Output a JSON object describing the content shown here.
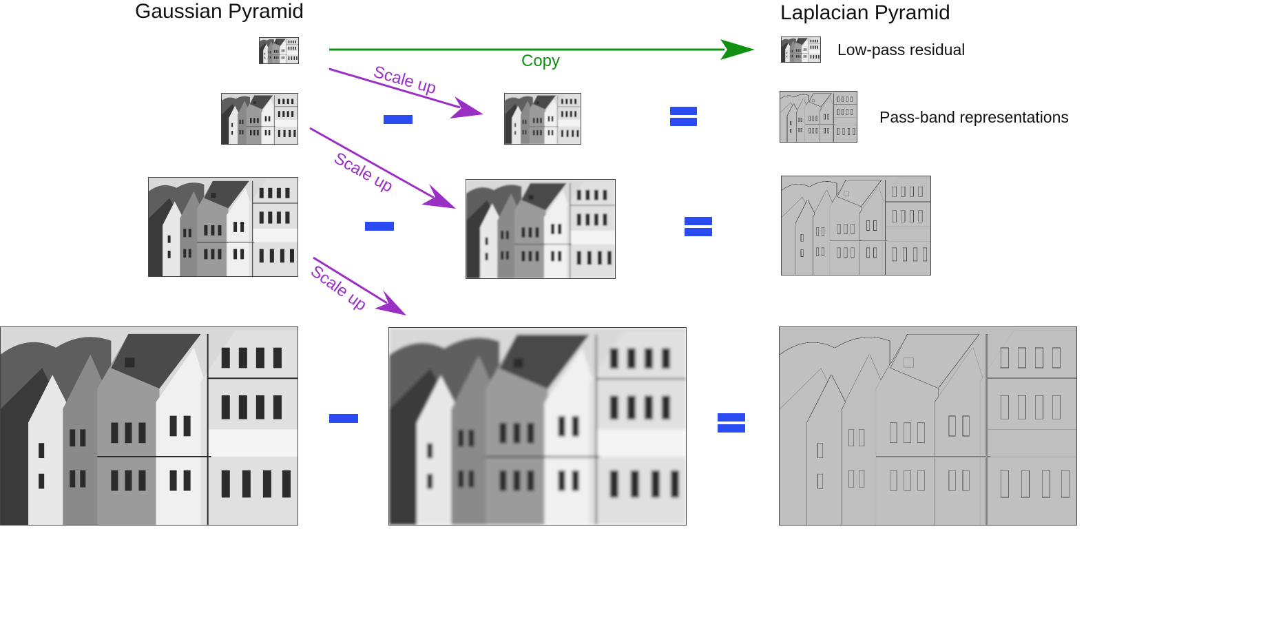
{
  "headings": {
    "gaussian": "Gaussian Pyramid",
    "laplacian": "Laplacian Pyramid"
  },
  "labels": {
    "low_pass": "Low-pass residual",
    "pass_band": "Pass-band representations"
  },
  "arrows": {
    "copy": {
      "label": "Copy",
      "color": "#119111"
    },
    "scale_up": {
      "label": "Scale up",
      "color": "#9a2fc4"
    }
  },
  "operators": {
    "color": "#2b4cf2"
  },
  "image_kinds": {
    "gaussian": "grayscale street photo of half-timbered houses",
    "upscaled": "blurred upscaled photo",
    "laplacian": "edge-detail band image"
  }
}
